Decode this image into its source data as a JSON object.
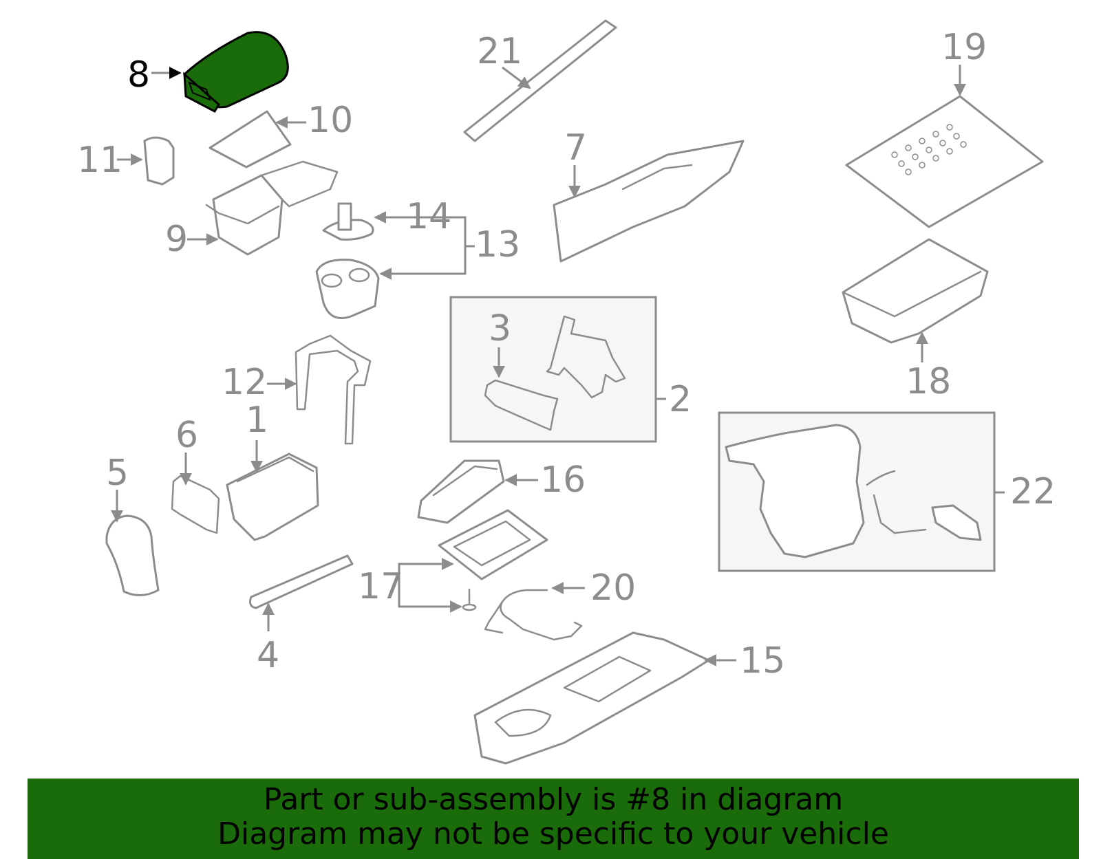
{
  "diagram": {
    "highlight_part": "8",
    "highlight_color": "#1a6b0a",
    "line_color": "#8c8c8c",
    "callouts": {
      "c1": "1",
      "c2": "2",
      "c3": "3",
      "c4": "4",
      "c5": "5",
      "c6": "6",
      "c7": "7",
      "c8": "8",
      "c9": "9",
      "c10": "10",
      "c11": "11",
      "c12": "12",
      "c13": "13",
      "c14": "14",
      "c15": "15",
      "c16": "16",
      "c17": "17",
      "c18": "18",
      "c19": "19",
      "c20": "20",
      "c21": "21",
      "c22": "22"
    }
  },
  "banner": {
    "line1": "Part or sub-assembly is #8 in diagram",
    "line2": "Diagram may not be specific to your vehicle",
    "background": "#1a6b0a"
  }
}
